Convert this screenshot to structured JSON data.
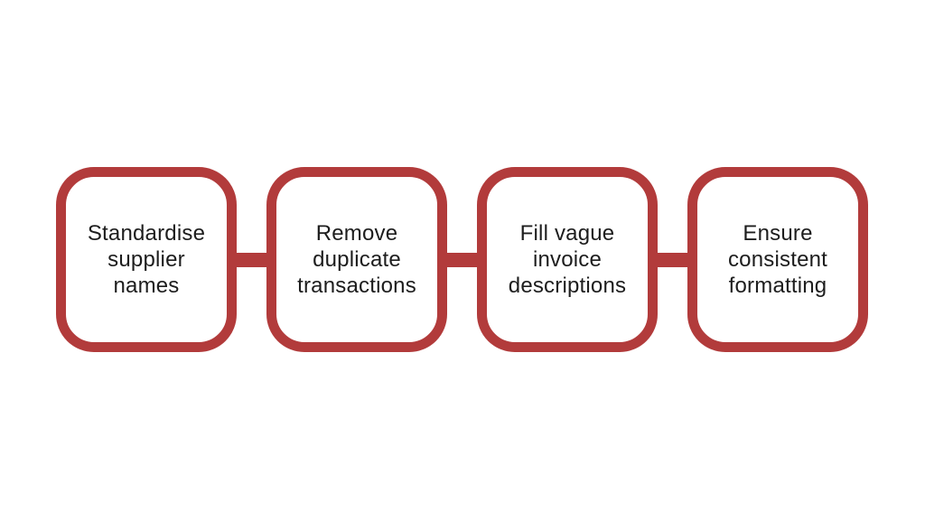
{
  "diagram": {
    "type": "process-flow",
    "description": "Four-step data cleaning process flow of rounded boxes joined by connector bars",
    "boxes": [
      {
        "label": "Standardise\nsupplier\nnames"
      },
      {
        "label": "Remove\nduplicate\ntransactions"
      },
      {
        "label": "Fill vague\ninvoice\ndescriptions"
      },
      {
        "label": "Ensure\nconsistent\nformatting"
      }
    ],
    "colors": {
      "box_border": "#b23b3b",
      "connector": "#b23b3b",
      "box_fill": "#ffffff",
      "text": "#1d1d1d",
      "background": "#ffffff"
    }
  }
}
